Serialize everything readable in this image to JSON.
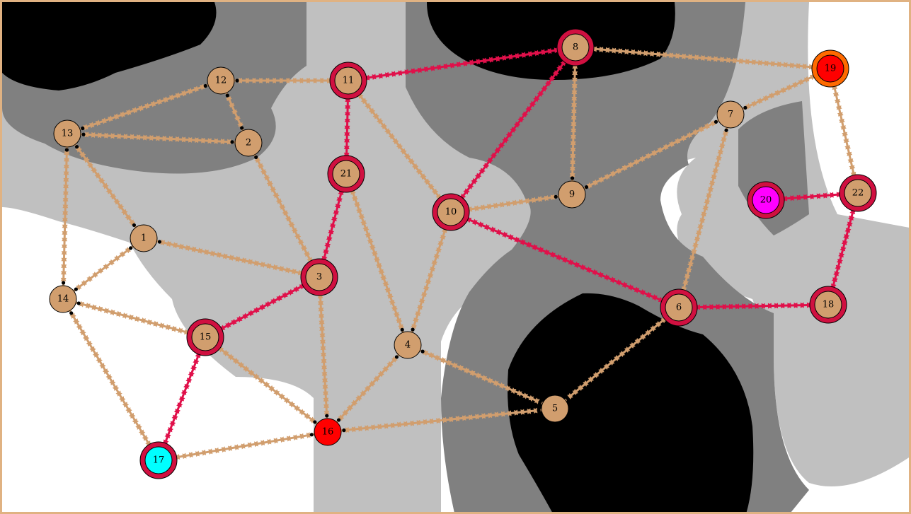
{
  "colors": {
    "background": "#ffffff",
    "frame": "#e0b282",
    "terrain_light": "#c0c0c0",
    "terrain_mid": "#808080",
    "terrain_dark": "#000000",
    "node_fill": "#d19e6e",
    "node_ring": "#d01040",
    "edge_normal": "#d19e6e",
    "edge_highlight": "#e0104a",
    "red": "#ff0000",
    "orange_ring": "#ff6a00",
    "cyan": "#00ffff",
    "magenta": "#ff00ff"
  },
  "nodes": [
    {
      "id": "1",
      "label": "1",
      "ring": false,
      "fill": "node_fill"
    },
    {
      "id": "2",
      "label": "2",
      "ring": false,
      "fill": "node_fill"
    },
    {
      "id": "3",
      "label": "3",
      "ring": true,
      "fill": "node_fill"
    },
    {
      "id": "4",
      "label": "4",
      "ring": false,
      "fill": "node_fill"
    },
    {
      "id": "5",
      "label": "5",
      "ring": false,
      "fill": "node_fill"
    },
    {
      "id": "6",
      "label": "6",
      "ring": true,
      "fill": "node_fill"
    },
    {
      "id": "7",
      "label": "7",
      "ring": false,
      "fill": "node_fill"
    },
    {
      "id": "8",
      "label": "8",
      "ring": true,
      "fill": "node_fill"
    },
    {
      "id": "9",
      "label": "9",
      "ring": false,
      "fill": "node_fill"
    },
    {
      "id": "10",
      "label": "10",
      "ring": true,
      "fill": "node_fill"
    },
    {
      "id": "11",
      "label": "11",
      "ring": true,
      "fill": "node_fill"
    },
    {
      "id": "12",
      "label": "12",
      "ring": false,
      "fill": "node_fill"
    },
    {
      "id": "13",
      "label": "13",
      "ring": false,
      "fill": "node_fill"
    },
    {
      "id": "14",
      "label": "14",
      "ring": false,
      "fill": "node_fill"
    },
    {
      "id": "15",
      "label": "15",
      "ring": true,
      "fill": "node_fill"
    },
    {
      "id": "16",
      "label": "16",
      "ring": false,
      "fill": "red"
    },
    {
      "id": "17",
      "label": "17",
      "ring": true,
      "fill": "cyan"
    },
    {
      "id": "18",
      "label": "18",
      "ring": true,
      "fill": "node_fill"
    },
    {
      "id": "19",
      "label": "19",
      "ring": true,
      "fill": "red",
      "ring_color": "orange_ring"
    },
    {
      "id": "20",
      "label": "20",
      "ring": true,
      "fill": "magenta"
    },
    {
      "id": "21",
      "label": "21",
      "ring": true,
      "fill": "node_fill"
    },
    {
      "id": "22",
      "label": "22",
      "ring": true,
      "fill": "node_fill"
    }
  ],
  "edges": [
    {
      "from": "13",
      "to": "12",
      "highlight": false
    },
    {
      "from": "13",
      "to": "2",
      "highlight": false
    },
    {
      "from": "13",
      "to": "1",
      "highlight": false
    },
    {
      "from": "13",
      "to": "14",
      "highlight": false
    },
    {
      "from": "12",
      "to": "11",
      "highlight": false
    },
    {
      "from": "12",
      "to": "2",
      "highlight": false
    },
    {
      "from": "2",
      "to": "3",
      "highlight": false
    },
    {
      "from": "1",
      "to": "14",
      "highlight": false
    },
    {
      "from": "1",
      "to": "3",
      "highlight": false
    },
    {
      "from": "14",
      "to": "15",
      "highlight": false
    },
    {
      "from": "14",
      "to": "17",
      "highlight": false
    },
    {
      "from": "17",
      "to": "15",
      "highlight": true
    },
    {
      "from": "17",
      "to": "16",
      "highlight": false
    },
    {
      "from": "15",
      "to": "3",
      "highlight": true
    },
    {
      "from": "15",
      "to": "16",
      "highlight": false
    },
    {
      "from": "3",
      "to": "21",
      "highlight": true
    },
    {
      "from": "3",
      "to": "16",
      "highlight": false
    },
    {
      "from": "21",
      "to": "11",
      "highlight": true
    },
    {
      "from": "21",
      "to": "4",
      "highlight": false
    },
    {
      "from": "11",
      "to": "8",
      "highlight": true
    },
    {
      "from": "11",
      "to": "10",
      "highlight": false
    },
    {
      "from": "10",
      "to": "8",
      "highlight": true
    },
    {
      "from": "10",
      "to": "9",
      "highlight": false
    },
    {
      "from": "10",
      "to": "4",
      "highlight": false
    },
    {
      "from": "10",
      "to": "6",
      "highlight": true
    },
    {
      "from": "8",
      "to": "9",
      "highlight": false
    },
    {
      "from": "8",
      "to": "19",
      "highlight": false
    },
    {
      "from": "9",
      "to": "7",
      "highlight": false
    },
    {
      "from": "7",
      "to": "19",
      "highlight": false
    },
    {
      "from": "7",
      "to": "6",
      "highlight": false
    },
    {
      "from": "19",
      "to": "22",
      "highlight": false
    },
    {
      "from": "22",
      "to": "20",
      "highlight": true
    },
    {
      "from": "18",
      "to": "22",
      "highlight": true
    },
    {
      "from": "6",
      "to": "18",
      "highlight": true
    },
    {
      "from": "6",
      "to": "5",
      "highlight": false
    },
    {
      "from": "4",
      "to": "16",
      "highlight": false
    },
    {
      "from": "4",
      "to": "5",
      "highlight": false
    },
    {
      "from": "16",
      "to": "5",
      "highlight": false
    }
  ]
}
